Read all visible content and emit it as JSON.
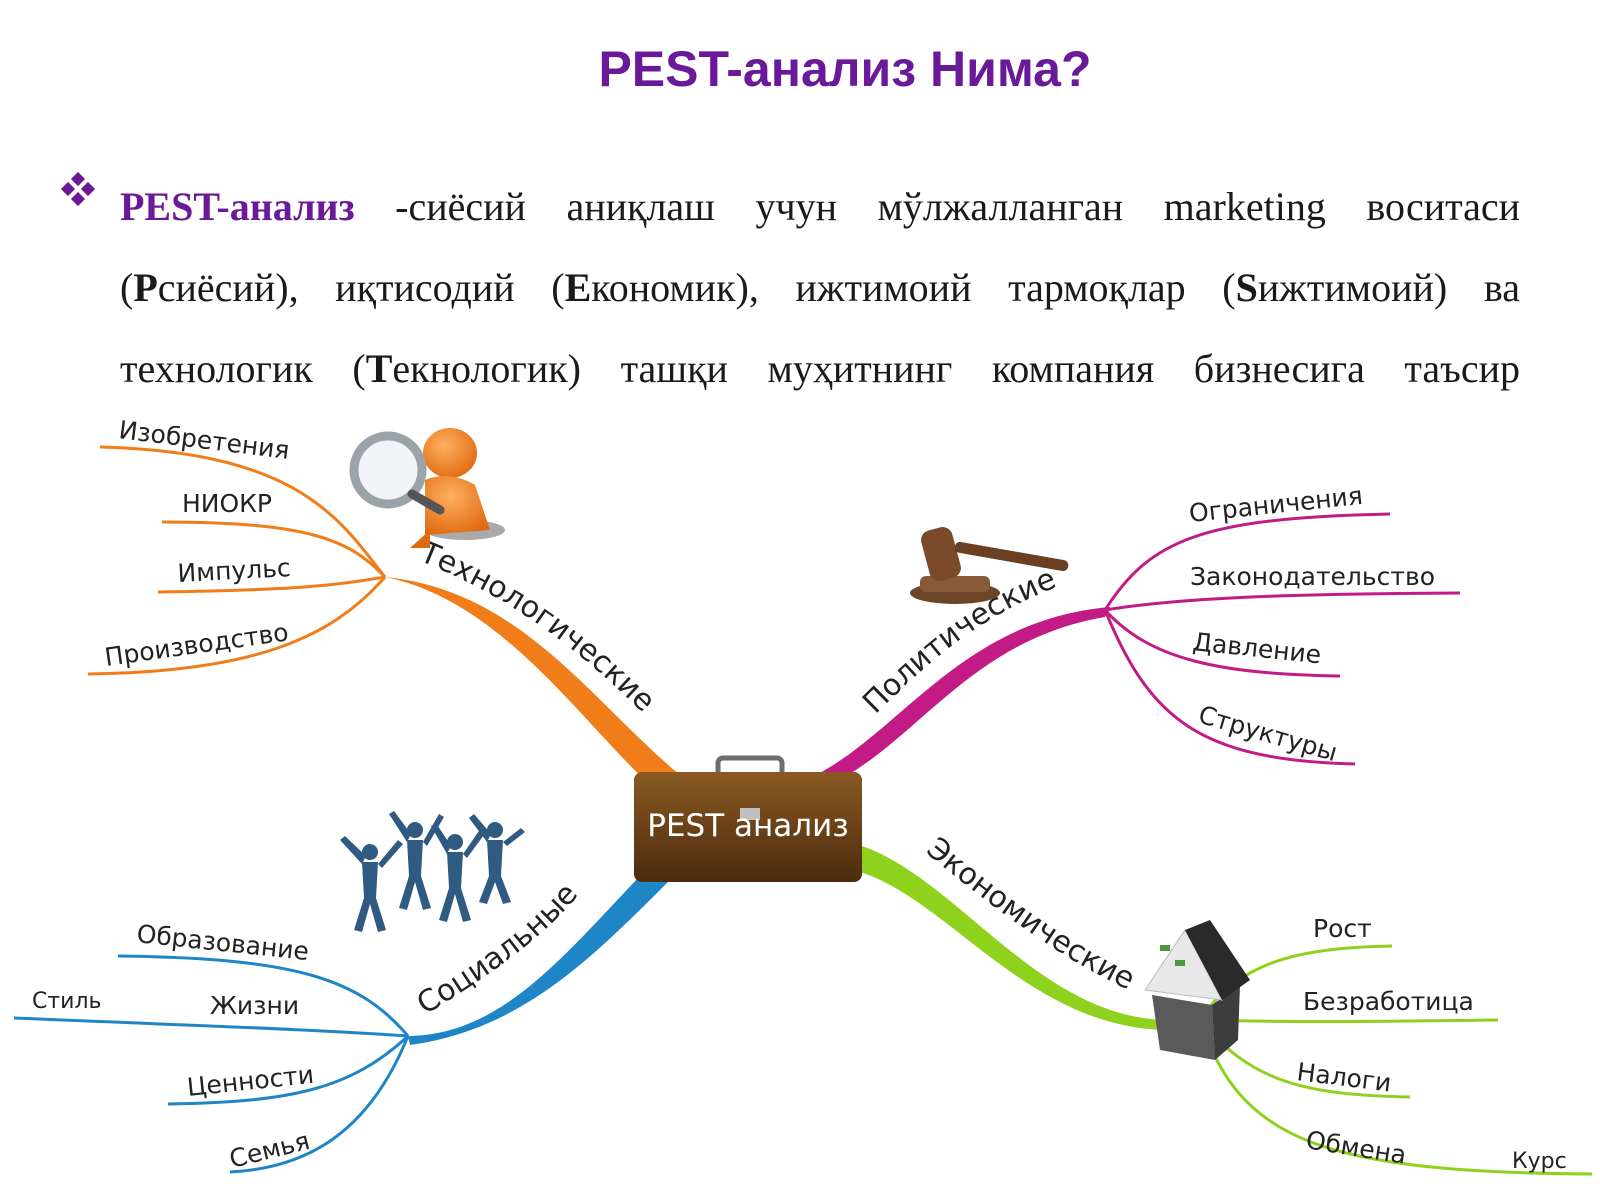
{
  "slide": {
    "title": "PEST-анализ Нима?",
    "paragraph": {
      "lead": "PEST-анализ",
      "t1": " -сиёсий аниқлаш учун мўлжалланган marketing воситаси (",
      "p": "P",
      "t2": "сиёсий), иқтисодий (",
      "e": "E",
      "t3": "кономик), ижтимоий тармоқлар (",
      "s": "S",
      "t4": "ижтимоий) ва технологик (",
      "t": "T",
      "t5": "екнологик) ташқи муҳитнинг компания бизнесига таъсир"
    }
  },
  "mindmap": {
    "center": "PEST анализ",
    "branches": {
      "tech": {
        "label": "Технологические",
        "color": "#f07d1a",
        "items": [
          "Изобретения",
          "НИОКР",
          "Импульс",
          "Производство"
        ]
      },
      "pol": {
        "label": "Политические",
        "color": "#c21b85",
        "items": [
          "Ограничения",
          "Законодательство",
          "Давление",
          "Структуры"
        ]
      },
      "soc": {
        "label": "Социальные",
        "color": "#1e86c7",
        "items": [
          "Образование",
          "Жизни",
          "Стиль",
          "Ценности",
          "Семья"
        ]
      },
      "eco": {
        "label": "Экономические",
        "color": "#8fd21e",
        "items": [
          "Рост",
          "Безработица",
          "Налоги",
          "Обмена",
          "Курс"
        ]
      }
    }
  }
}
